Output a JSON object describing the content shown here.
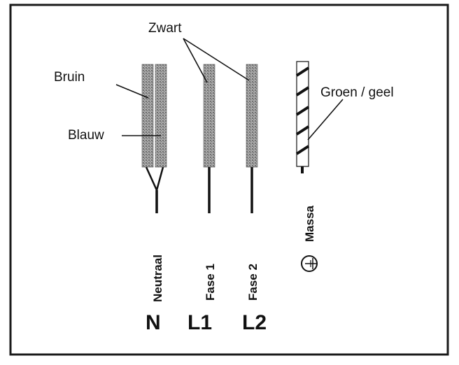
{
  "labels": {
    "zwart": "Zwart",
    "bruin": "Bruin",
    "blauw": "Blauw",
    "groen_geel": "Groen / geel"
  },
  "terminals": [
    {
      "name": "Neutraal",
      "code": "N"
    },
    {
      "name": "Fase 1",
      "code": "L1"
    },
    {
      "name": "Fase 2",
      "code": "L2"
    },
    {
      "name": "Massa",
      "code": ""
    }
  ],
  "colors": {
    "wire_shade": "#8a8a8a",
    "line": "#111111",
    "border": "#1a1a1a"
  },
  "icons": {
    "ground": "ground-symbol-icon"
  }
}
